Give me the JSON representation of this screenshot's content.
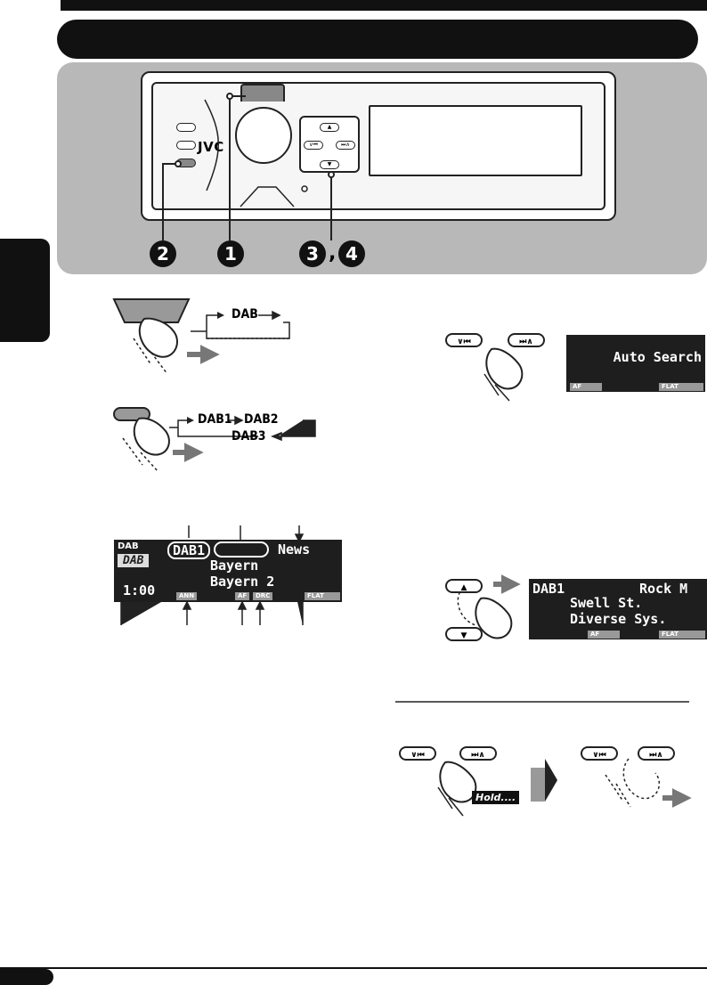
{
  "brand": {
    "logo_text": "JVC"
  },
  "callouts": {
    "two": "2",
    "one": "1",
    "three": "3",
    "separator": ",",
    "four": "4"
  },
  "source_diagram": {
    "label": "DAB"
  },
  "band_diagram": {
    "band1": "DAB1",
    "band2": "DAB2",
    "band3": "DAB3"
  },
  "display_diagram": {
    "source_label": "DAB",
    "source_logo": "DAB",
    "band": "DAB1",
    "pty": "News",
    "line1": "Bayern",
    "line2": "Bayern 2",
    "clock": "1:00",
    "tags": {
      "ann": "ANN",
      "af": "AF",
      "drc": "DRC",
      "flat": "FLAT"
    }
  },
  "auto_search_display": {
    "text": "Auto Search",
    "tag_left": "AF",
    "tag_right": "FLAT"
  },
  "preset_display": {
    "band": "DAB1",
    "pty": "Rock M",
    "line1": "Swell St.",
    "line2": "Diverse Sys.",
    "tag_center": "AF",
    "tag_right": "FLAT"
  },
  "hold_label": "Hold....",
  "colors": {
    "dark": "#111111",
    "panel": "#b8b8b8",
    "lcd": "#1e1e1e",
    "tag": "#999999"
  }
}
